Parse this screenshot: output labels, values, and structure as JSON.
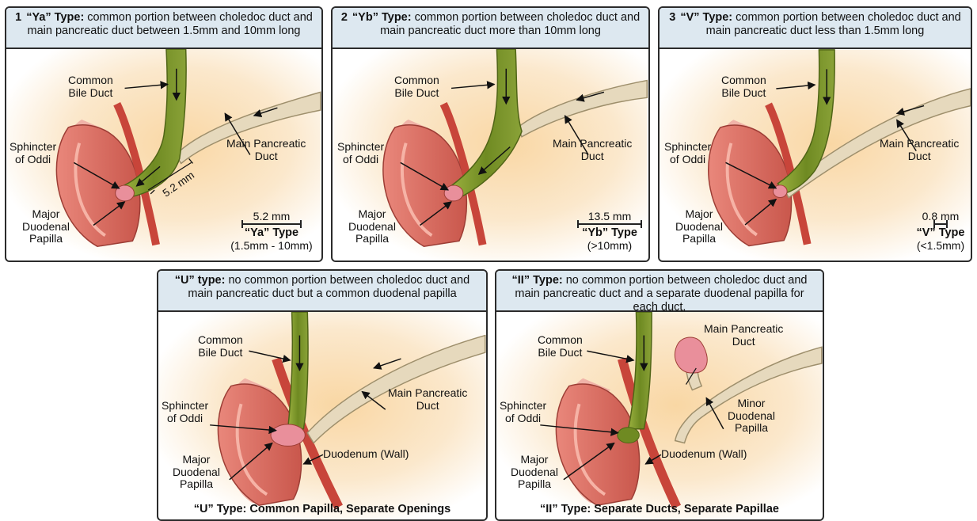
{
  "panels": [
    {
      "num": "1",
      "head_bold": "“Ya” Type:",
      "head_text": " common portion between choledoc duct and main pancreatic duct between 1.5mm and 10mm long",
      "labels": {
        "cbd": "Common\nBile Duct",
        "mpd": "Main Pancreatic\nDuct",
        "sph": "Sphincter\nof Oddi",
        "pap": "Major\nDuodenal\nPapilla",
        "dim": "5.2 mm"
      },
      "scale": {
        "value": "5.2 mm",
        "type": "“Ya” Type",
        "range": "(1.5mm - 10mm)"
      }
    },
    {
      "num": "2",
      "head_bold": "“Yb” Type:",
      "head_text": " common portion between choledoc duct and main pancreatic duct more than 10mm long",
      "labels": {
        "cbd": "Common\nBile Duct",
        "mpd": "Main Pancreatic\nDuct",
        "sph": "Sphincter\nof Oddi",
        "pap": "Major\nDuodenal\nPapilla"
      },
      "scale": {
        "value": "13.5 mm",
        "type": "“Yb” Type",
        "range": "(>10mm)"
      }
    },
    {
      "num": "3",
      "head_bold": "“V” Type:",
      "head_text": " common portion between choledoc duct and main pancreatic duct less than 1.5mm long",
      "labels": {
        "cbd": "Common\nBile Duct",
        "mpd": "Main Pancreatic\nDuct",
        "sph": "Sphincter\nof Oddi",
        "pap": "Major\nDuodenal\nPapilla"
      },
      "scale": {
        "value": "0.8 mm",
        "type": "“V” Type",
        "range": "(<1.5mm)"
      }
    },
    {
      "head_bold": "“U” type:",
      "head_text": " no common portion between choledoc duct and main pancreatic duct but a common duodenal papilla",
      "labels": {
        "cbd": "Common\nBile Duct",
        "mpd": "Main Pancreatic\nDuct",
        "sph": "Sphincter\nof Oddi",
        "pap": "Major\nDuodenal\nPapilla",
        "wall": "Duodenum (Wall)"
      },
      "caption": "“U” Type: Common Papilla, Separate Openings"
    },
    {
      "head_bold": "“II” Type:",
      "head_text": " no common portion between choledoc duct and main pancreatic duct and a separate duodenal papilla for each duct.",
      "labels": {
        "cbd": "Common\nBile Duct",
        "mpd": "Main Pancreatic\nDuct",
        "minor": "Minor\nDuodenal\nPapilla",
        "sph": "Sphincter\nof Oddi",
        "pap": "Major\nDuodenal\nPapilla",
        "wall": "Duodenum (Wall)"
      },
      "caption": "“II” Type: Separate Ducts, Separate Papillae"
    }
  ],
  "colors": {
    "header_bg": "#dde8f0",
    "bile": "#7f9a2e",
    "pancreatic": "#e6d9bd",
    "duodenum": "#d86d62",
    "muscle": "#c8453a",
    "glow": "#f7d9a8"
  }
}
